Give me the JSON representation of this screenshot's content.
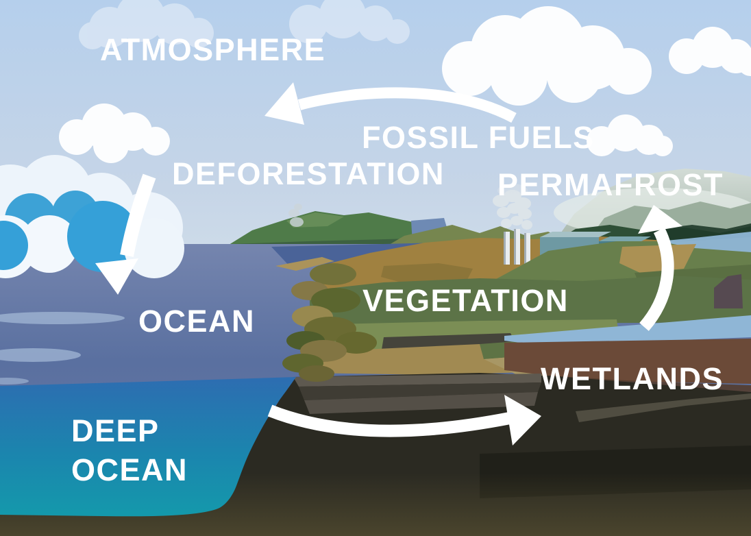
{
  "labels": {
    "atmosphere": "ATMOSPHERE",
    "fossil_fuels": "FOSSIL FUELS",
    "deforestation": "DEFORESTATION",
    "permafrost": "PERMAFROST",
    "ocean": "OCEAN",
    "vegetation": "VEGETATION",
    "wetlands": "WETLANDS",
    "deep_ocean": "DEEP OCEAN"
  },
  "arrows": [
    {
      "name": "fossil-fuels-to-atmosphere",
      "direction": "curving-left",
      "color": "#ffffff"
    },
    {
      "name": "deforestation-to-ocean",
      "direction": "curving-down",
      "color": "#ffffff"
    },
    {
      "name": "deep-ocean-to-wetlands",
      "direction": "curving-right",
      "color": "#ffffff"
    },
    {
      "name": "wetlands-to-permafrost",
      "direction": "curving-up",
      "color": "#ffffff"
    }
  ],
  "colors": {
    "label_white": "#ffffff",
    "arrow_white": "#ffffff",
    "sky_top": "#b5cfec",
    "sky_horizon": "#cddbe9",
    "cloud_white": "#fcfdfe",
    "cloud_blue": "#3da2d6",
    "ocean_horizon": "#7585ae",
    "ocean_surface": "#5a70a0",
    "deep_ocean_top": "#2d6db1",
    "deep_ocean_teal": "#1499ab",
    "hills_green": "#4f7b49",
    "ridge_olive": "#76864f",
    "ridge_dark_green": "#2e4f36",
    "mist_green": "#b9c6bd",
    "land_tan": "#a08140",
    "vegetation_green": "#5c7347",
    "field_green": "#7b8e55",
    "bush_olive": "#6b6b33",
    "river_blue": "#8fb6d6",
    "soil_brown": "#6b4a38",
    "rock_dark": "#45443b",
    "underground_dark": "#2b2a22",
    "factory_teal": "#578b97",
    "smoke_gray": "#dfe6ea",
    "barn_gray": "#564a51",
    "bay_blue": "#4a6398"
  }
}
